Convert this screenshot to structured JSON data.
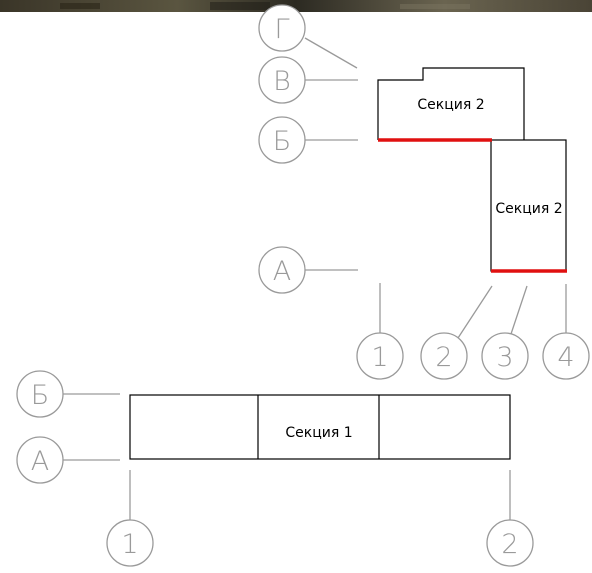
{
  "colors": {
    "grid_line": "#9a9a9a",
    "outline": "#000000",
    "highlight": "#e01010",
    "background": "#ffffff"
  },
  "top_plan": {
    "section_upper_label": "Секция 2",
    "section_right_label": "Секция 2",
    "axes_letters": [
      "Г",
      "В",
      "Б",
      "А"
    ],
    "axes_numbers": [
      "1",
      "2",
      "3",
      "4"
    ]
  },
  "bottom_plan": {
    "section_label": "Секция 1",
    "axes_letters": [
      "Б",
      "А"
    ],
    "axes_numbers": [
      "1",
      "2"
    ]
  }
}
